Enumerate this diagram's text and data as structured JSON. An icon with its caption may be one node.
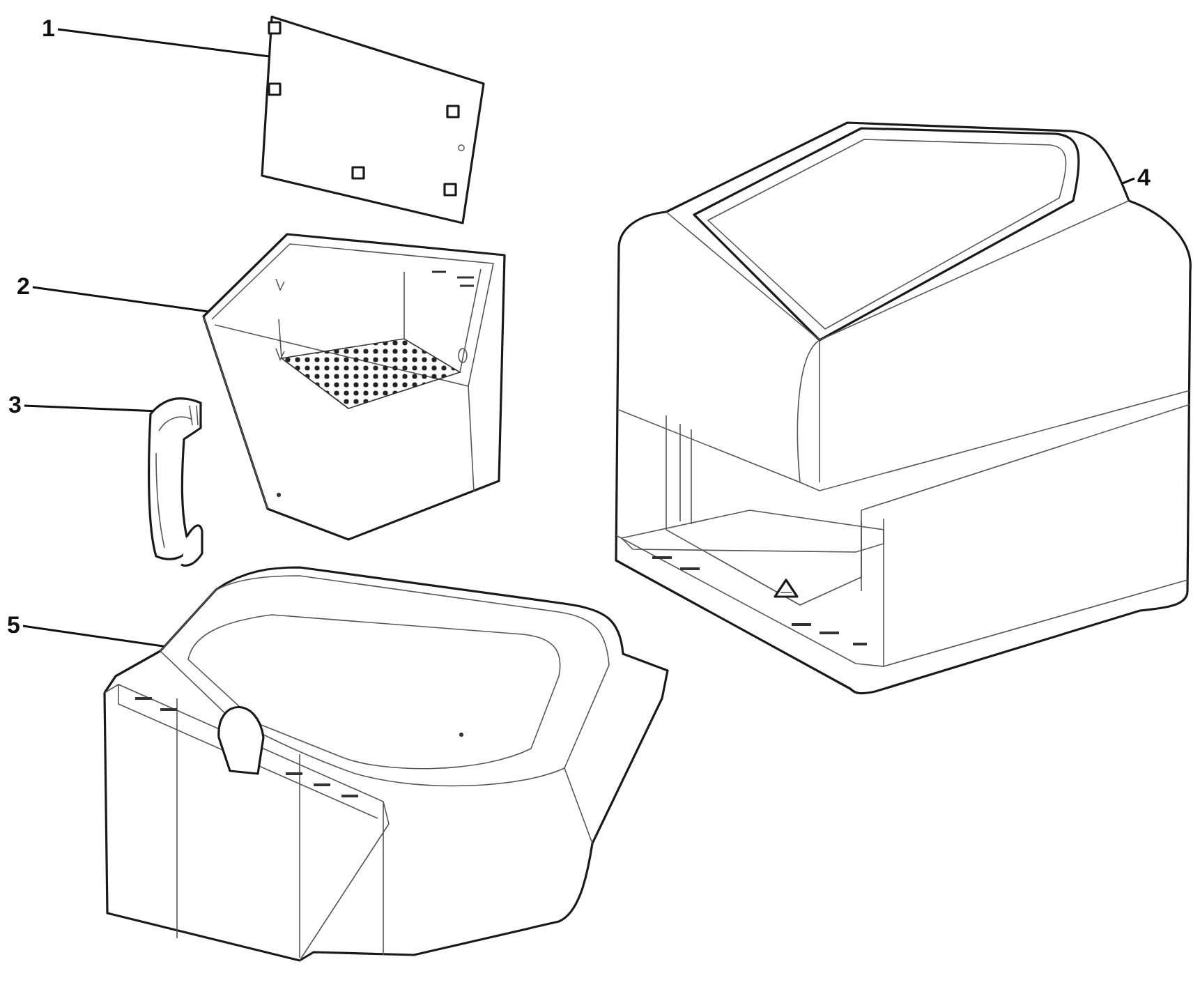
{
  "diagram": {
    "nodes": [
      {
        "text": [
          "1"
        ]
      },
      {
        "text": [],
        "shape": "picture"
      },
      {
        "text": [
          "2"
        ]
      },
      {
        "text": [],
        "shape": "picture"
      },
      {
        "text": [
          "3"
        ]
      },
      {
        "text": [],
        "shape": "picture"
      },
      {
        "text": [
          "4"
        ]
      },
      {
        "text": [],
        "shape": "picture"
      },
      {
        "text": [
          "5"
        ]
      },
      {
        "text": [],
        "shape": "picture"
      }
    ],
    "edges": [
      {
        "from": 0,
        "to": 1,
        "arrow": "none"
      },
      {
        "from": 2,
        "to": 3,
        "arrow": "none"
      },
      {
        "from": 4,
        "to": 5,
        "arrow": "none"
      },
      {
        "from": 6,
        "to": 7,
        "arrow": "none"
      },
      {
        "from": 8,
        "to": 9,
        "arrow": "none"
      }
    ]
  }
}
